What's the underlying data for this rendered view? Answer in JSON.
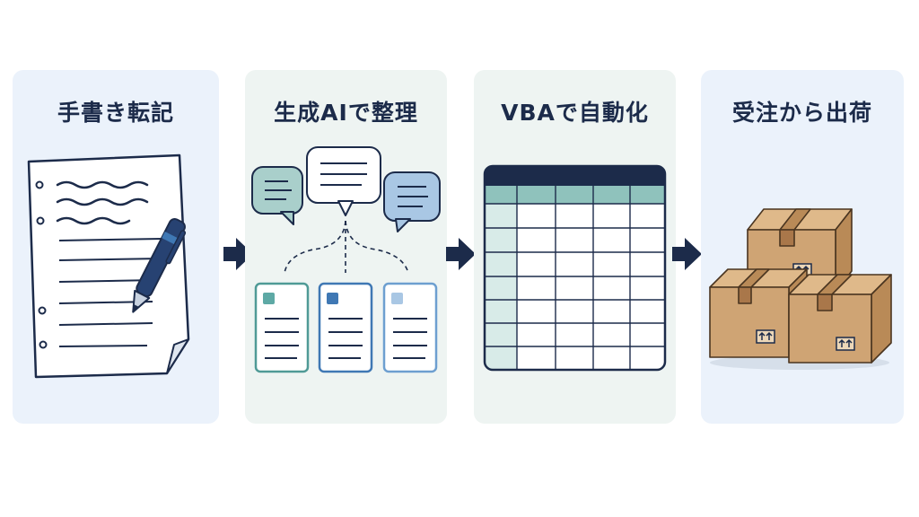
{
  "steps": [
    {
      "title": "手書き転記",
      "icon": "handwritten-page-with-pen-icon"
    },
    {
      "title": "生成AIで整理",
      "icon": "ai-chat-bubbles-to-cards-icon"
    },
    {
      "title": "VBAで自動化",
      "icon": "spreadsheet-table-icon"
    },
    {
      "title": "受注から出荷",
      "icon": "stacked-cardboard-boxes-icon"
    }
  ],
  "arrow_icon": "right-arrow-icon",
  "colors": {
    "panel_bg_blue": "#ebf2fb",
    "panel_bg_green": "#eef4f2",
    "navy": "#1c2b4a",
    "teal": "#5ea9a5",
    "mid_blue": "#3f78b4",
    "light_blue": "#a9c7e4",
    "cardboard": "#cfa474"
  }
}
